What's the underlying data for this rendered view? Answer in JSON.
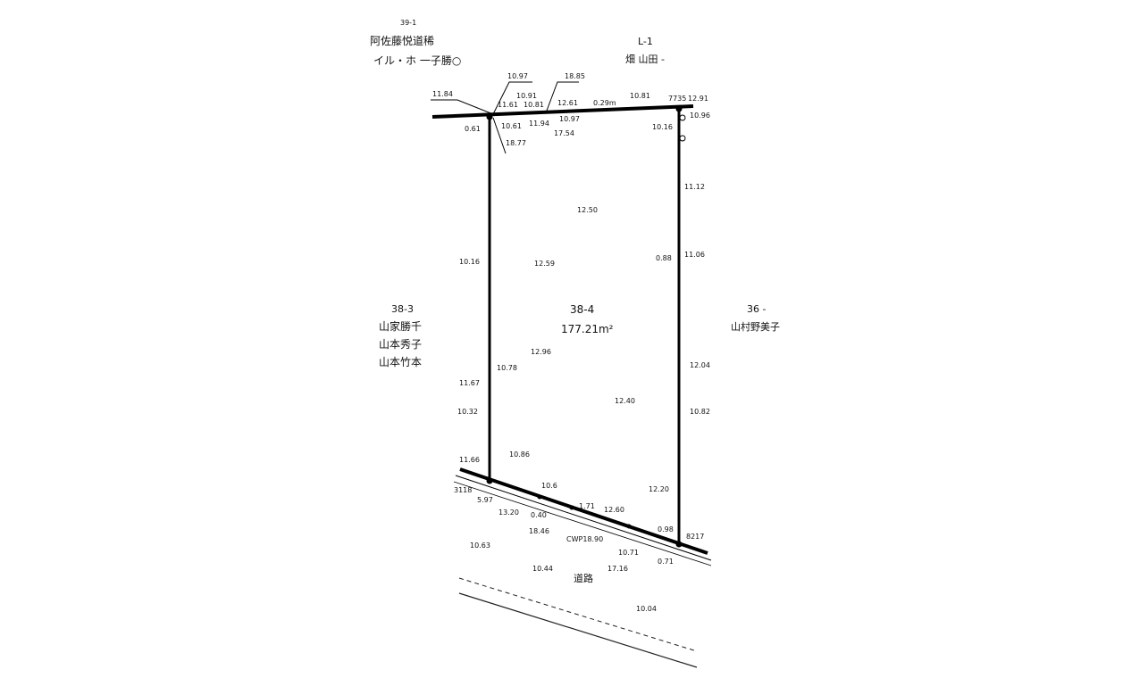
{
  "parcel": {
    "lot": "38-4",
    "area": "177.21m²"
  },
  "neighbors": {
    "top_left": {
      "lot": "39-1",
      "line1": "阿佐藤悦道稀",
      "line2": "イル・ホ 一子勝○"
    },
    "top": {
      "lot": "L-1",
      "line1": "畑 山田 -"
    },
    "left": {
      "lot": "38-3",
      "line1": "山家勝千",
      "line2": "山本秀子",
      "line3": "山本竹本"
    },
    "right": {
      "lot": "36 -",
      "line1": "山村野美子"
    }
  },
  "road": {
    "label": "道路"
  },
  "elevations": [
    "11.84",
    "11.61",
    "10.97",
    "10.91",
    "18.85",
    "10.81",
    "12.61",
    "0.29m",
    "10.81",
    "7735",
    "12.91",
    "0.61",
    "10.61",
    "11.94",
    "10.97",
    "17.54",
    "10.16",
    "10.96",
    "18.77",
    "11.12",
    "12.50",
    "10.16",
    "12.59",
    "0.88",
    "11.06",
    "12.96",
    "10.78",
    "11.67",
    "10.32",
    "12.40",
    "10.82",
    "10.86",
    "11.66",
    "10.6",
    "3118",
    "5.97",
    "13.20",
    "0.40",
    "1.71",
    "12.60",
    "12.20",
    "0.98",
    "8217",
    "18.46",
    "CWP18.90",
    "10.71",
    "10.63",
    "10.44",
    "0.71",
    "17.16",
    "10.04",
    "12.04"
  ]
}
